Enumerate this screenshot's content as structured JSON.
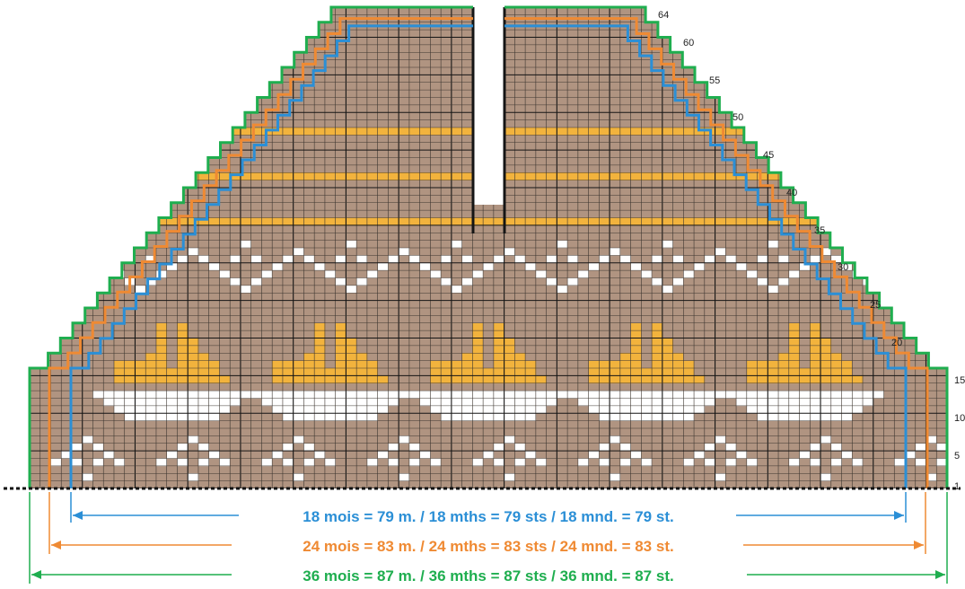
{
  "colors": {
    "background": "#b09481",
    "gridline": "#3d3630",
    "majorline": "#151515",
    "white_motif": "#ffffff",
    "yellow_motif": "#f2b33d",
    "size_18": "#2b8fd6",
    "size_24": "#ef8a33",
    "size_36": "#1fae4f"
  },
  "row_labels": [
    "64",
    "60",
    "55",
    "50",
    "45",
    "40",
    "35",
    "30",
    "25",
    "20",
    "15",
    "10",
    "5",
    "1"
  ],
  "sizes": [
    {
      "key": "size_18",
      "label": "18 mois = 79 m. / 18 mths = 79 sts / 18 mnd. = 79 st.",
      "stitches": 79
    },
    {
      "key": "size_24",
      "label": "24 mois = 83 m. / 24 mths = 83 sts / 24 mnd. = 83 st.",
      "stitches": 83
    },
    {
      "key": "size_36",
      "label": "36 mois = 87 m. / 36 mths = 87 sts / 36 mnd. = 87 st.",
      "stitches": 87
    }
  ],
  "total_rows": 64
}
